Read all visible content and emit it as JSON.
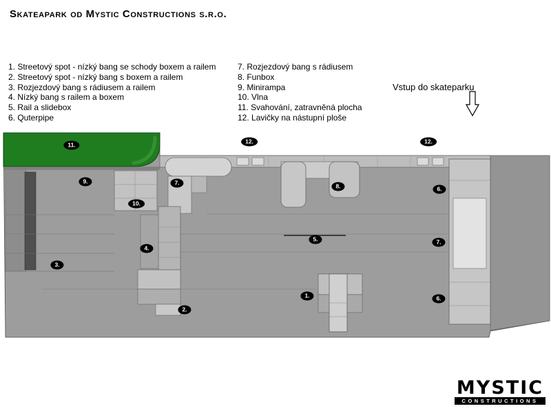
{
  "header": {
    "title": "Skateapark od Mystic Constructions s.r.o."
  },
  "legend": {
    "left": [
      "1. Streetový spot - nízký bang se schody boxem a railem",
      "2. Streetový spot - nízký bang s boxem a railem",
      "3. Rozjezdový bang s rádiusem a railem",
      "4. Nízký bang s railem a boxem",
      "5. Rail a slidebox",
      "6. Quterpipe"
    ],
    "right": [
      "7. Rozjezdový bang s rádiusem",
      "8. Funbox",
      "9. Minirampa",
      "10. Vlna",
      "11. Svahování, zatravněná plocha",
      "12. Lavičky na nástupní ploše"
    ]
  },
  "entrance": {
    "label": "Vstup do skateparku"
  },
  "plan": {
    "markers": [
      {
        "label": "11."
      },
      {
        "label": "12."
      },
      {
        "label": "12."
      },
      {
        "label": "9."
      },
      {
        "label": "7."
      },
      {
        "label": "10."
      },
      {
        "label": "8."
      },
      {
        "label": "6."
      },
      {
        "label": "4."
      },
      {
        "label": "5."
      },
      {
        "label": "7."
      },
      {
        "label": "3."
      },
      {
        "label": "1."
      },
      {
        "label": "2."
      },
      {
        "label": "6."
      }
    ],
    "colors": {
      "ground": "#9d9d9d",
      "grass": "#1f7c1f",
      "structure_light": "#d0d0d0",
      "marker_bg": "#000000"
    }
  },
  "logo": {
    "line1": "MYSTIC",
    "line2": "CONSTRUCTIONS"
  }
}
